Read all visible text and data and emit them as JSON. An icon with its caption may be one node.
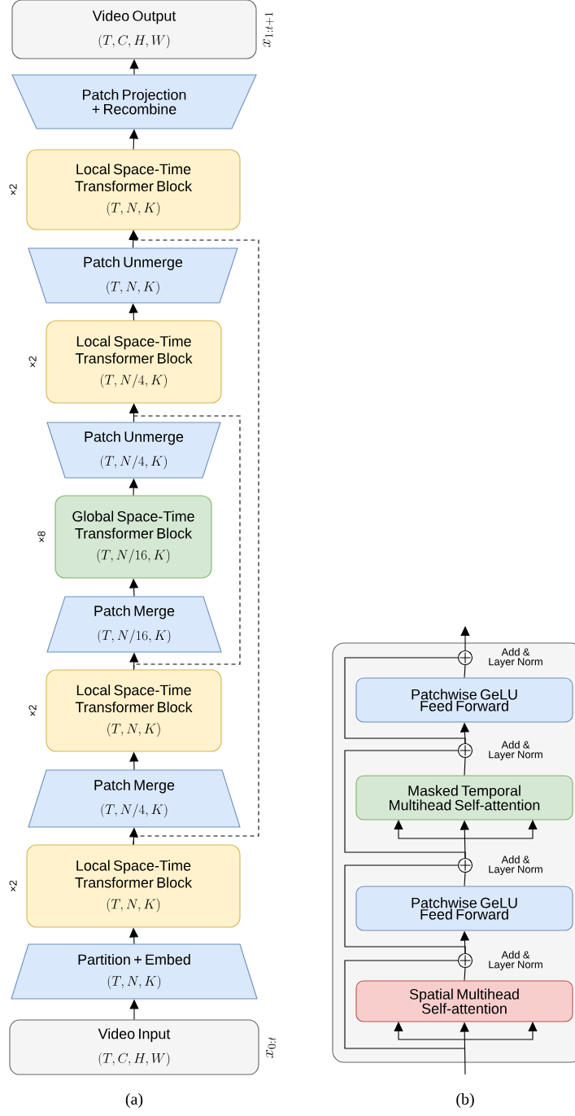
{
  "diagram": {
    "nodes": [
      {
        "text": [
          "Video Output",
          "(T,C,H,W)"
        ],
        "beside": [
          "x_{1:t+1}"
        ]
      },
      {
        "text": [
          "Patch Projection + Recombine"
        ]
      },
      {
        "text": [
          "Local Space-Time Transformer Block",
          "(T,N,K)"
        ],
        "beside": [
          "×2"
        ]
      },
      {
        "text": [
          "Patch Unmerge",
          "(T,N,K)"
        ]
      },
      {
        "text": [
          "Local Space-Time Transformer Block",
          "(T,N/4,K)"
        ],
        "beside": [
          "×2"
        ]
      },
      {
        "text": [
          "Patch Unmerge",
          "(T,N/4,K)"
        ]
      },
      {
        "text": [
          "Global Space-Time Transformer Block",
          "(T,N/16,K)"
        ],
        "beside": [
          "×8"
        ]
      },
      {
        "text": [
          "Patch Merge",
          "(T,N/16,K)"
        ]
      },
      {
        "text": [
          "Local Space-Time Transformer Block",
          "(T,N,K)"
        ],
        "beside": [
          "×2"
        ]
      },
      {
        "text": [
          "Patch Merge",
          "(T,N/4,K)"
        ]
      },
      {
        "text": [
          "Local Space-Time Transformer Block",
          "(T,N,K)"
        ],
        "beside": [
          "×2"
        ]
      },
      {
        "text": [
          "Partition + Embed",
          "(T,N,K)"
        ]
      },
      {
        "text": [
          "Video Input",
          "(T,C,H,W)"
        ],
        "beside": [
          "x_{0:t}"
        ]
      },
      {
        "text": [],
        "shape": "box"
      },
      {
        "text": [],
        "shape": "circle",
        "in": 13,
        "beside": [
          "Add & Layer Norm"
        ]
      },
      {
        "text": [
          "Patchwise GeLU Feed Forward"
        ],
        "in": 13
      },
      {
        "text": [],
        "shape": "circle",
        "in": 13,
        "beside": [
          "Add & Layer Norm"
        ]
      },
      {
        "text": [
          "Masked Temporal Multihead Self-attention"
        ],
        "in": 13
      },
      {
        "text": [],
        "shape": "circle",
        "in": 13,
        "beside": [
          "Add & Layer Norm"
        ]
      },
      {
        "text": [
          "Patchwise GeLU Feed Forward"
        ],
        "in": 13
      },
      {
        "text": [],
        "shape": "circle",
        "in": 13,
        "beside": [
          "Add & Layer Norm"
        ]
      },
      {
        "text": [
          "Spatial Multihead Self-attention"
        ],
        "in": 13
      }
    ],
    "edges": [
      {
        "from": 12,
        "to": 11,
        "arrow": "to"
      },
      {
        "from": 11,
        "to": 10,
        "arrow": "to"
      },
      {
        "from": 10,
        "to": 9,
        "arrow": "to"
      },
      {
        "from": 9,
        "to": 8,
        "arrow": "to"
      },
      {
        "from": 8,
        "to": 7,
        "arrow": "to"
      },
      {
        "from": 7,
        "to": 6,
        "arrow": "to"
      },
      {
        "from": 6,
        "to": 5,
        "arrow": "to"
      },
      {
        "from": 5,
        "to": 4,
        "arrow": "to"
      },
      {
        "from": 4,
        "to": 3,
        "arrow": "to"
      },
      {
        "from": 3,
        "to": 2,
        "arrow": "to"
      },
      {
        "from": 2,
        "to": 1,
        "arrow": "to"
      },
      {
        "from": 1,
        "to": 0,
        "arrow": "to"
      },
      {
        "from": 10,
        "to": 2,
        "arrow": "to",
        "style": "dashed"
      },
      {
        "from": 8,
        "to": 4,
        "arrow": "to",
        "style": "dashed"
      },
      {
        "from": null,
        "to": 21,
        "arrow": "to"
      },
      {
        "from": null,
        "to": 20,
        "arrow": "none"
      },
      {
        "from": 21,
        "to": 20,
        "arrow": "none"
      },
      {
        "from": 20,
        "to": 19,
        "arrow": "to"
      },
      {
        "from": 20,
        "to": 18,
        "arrow": "none"
      },
      {
        "from": 19,
        "to": 18,
        "arrow": "none"
      },
      {
        "from": 18,
        "to": 17,
        "arrow": "to"
      },
      {
        "from": 18,
        "to": 16,
        "arrow": "none"
      },
      {
        "from": 17,
        "to": 16,
        "arrow": "none"
      },
      {
        "from": 16,
        "to": 15,
        "arrow": "to"
      },
      {
        "from": 16,
        "to": 14,
        "arrow": "none"
      },
      {
        "from": 15,
        "to": 14,
        "arrow": "none"
      },
      {
        "from": 14,
        "to": null,
        "arrow": "to"
      }
    ],
    "labels": [
      "(a)",
      "(b)"
    ]
  }
}
